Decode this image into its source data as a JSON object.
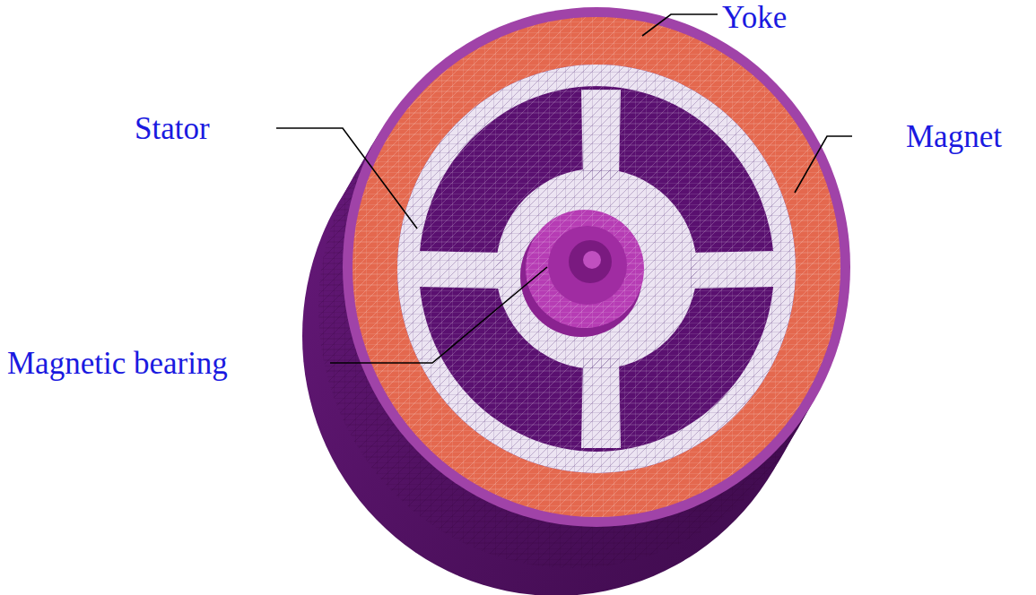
{
  "diagram": {
    "labels": [
      "Yoke",
      "Stator",
      "Magnet",
      "Magnetic bearing"
    ]
  }
}
